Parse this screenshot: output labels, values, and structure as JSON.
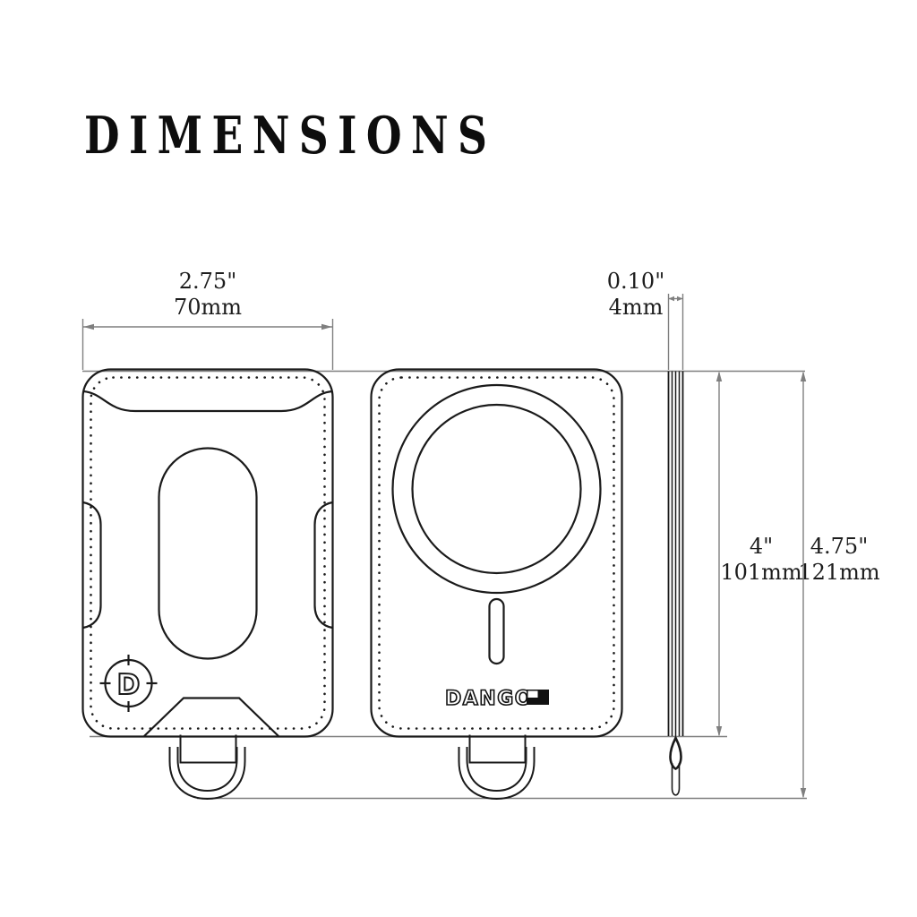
{
  "page": {
    "title": "DIMENSIONS",
    "background_color": "#ffffff"
  },
  "colors": {
    "product_outline": "#1a1a1a",
    "dimension_lines": "#7f7f7f",
    "label_text": "#1d1d1d"
  },
  "dimension_labels": {
    "width": {
      "inches": "2.75\"",
      "metric": "70mm"
    },
    "thickness": {
      "inches": "0.10\"",
      "metric": "4mm"
    },
    "body_height": {
      "inches": "4\"",
      "metric": "101mm"
    },
    "total_height": {
      "inches": "4.75\"",
      "metric": "121mm"
    }
  },
  "product": {
    "front_view_logo_letter": "D",
    "back_view_brand": "DANGO"
  }
}
